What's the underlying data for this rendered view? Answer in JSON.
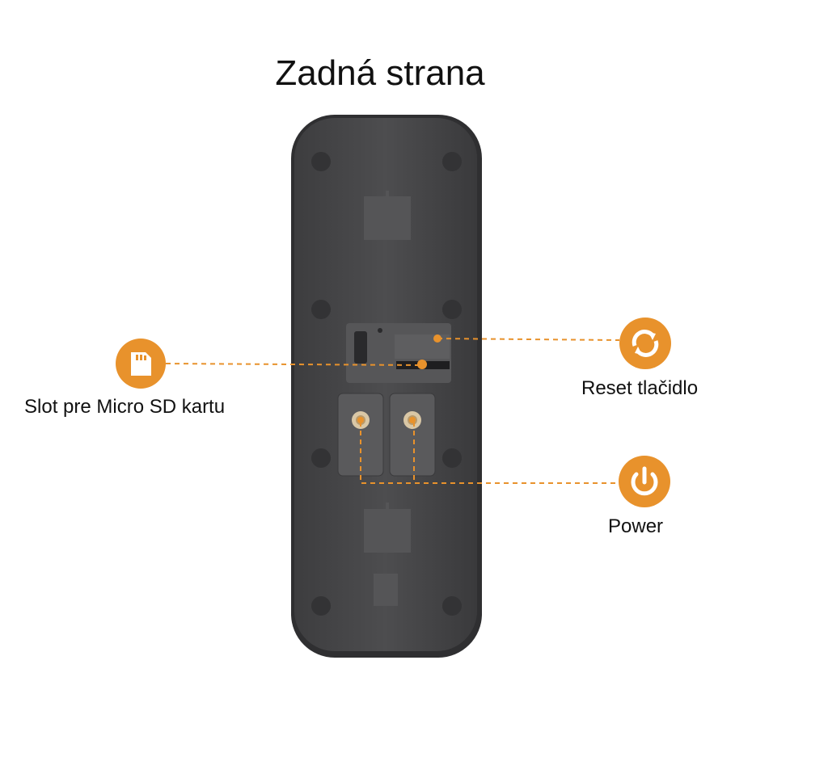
{
  "title": "Zadná strana",
  "callouts": {
    "sd_card": {
      "label": "Slot pre Micro SD kartu",
      "icon": "sd-card-icon"
    },
    "reset": {
      "label": "Reset tlačidlo",
      "icon": "reset-icon"
    },
    "power": {
      "label": "Power",
      "icon": "power-icon"
    }
  },
  "colors": {
    "accent": "#E8922C",
    "device_body": "#4a4a4c",
    "device_edge": "#2e2e30",
    "screw_hole": "#333335"
  }
}
